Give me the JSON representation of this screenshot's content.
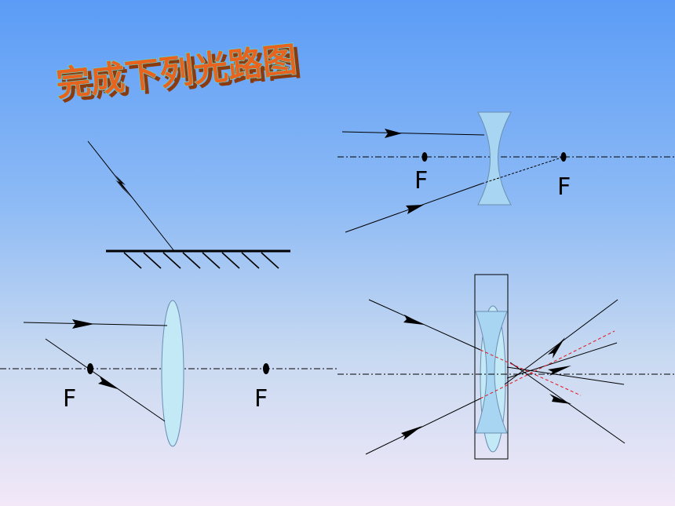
{
  "slide": {
    "title": "完成下列光路图",
    "focus_labels": {
      "concave_left": "F",
      "concave_right": "F",
      "convex_left": "F",
      "convex_right": "F"
    }
  },
  "colors": {
    "title_fill": "#e8631e",
    "title_outline": "#4de4e0",
    "lens_fill": "#a8d6f2",
    "construction_line": "#e0141e"
  }
}
